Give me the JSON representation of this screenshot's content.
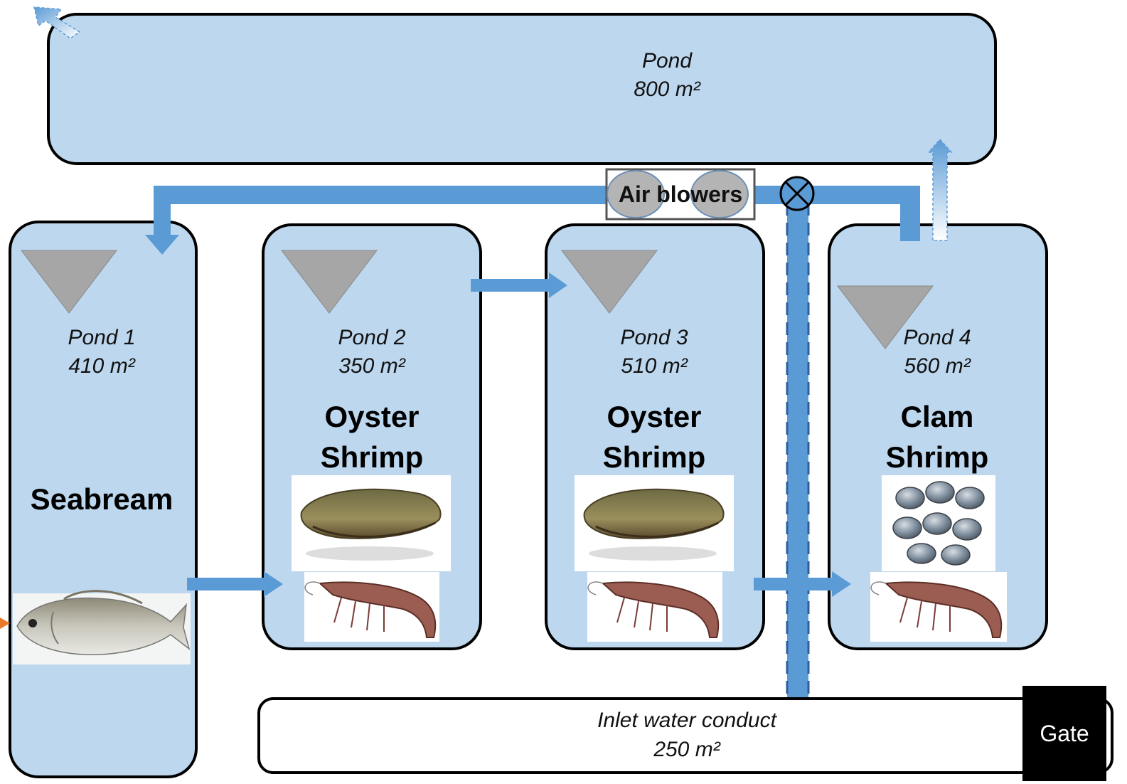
{
  "big_pond": {
    "name": "Pond",
    "area": "800 m²"
  },
  "ponds": [
    {
      "name": "Pond 1",
      "area": "410 m²",
      "species": [
        "Seabream"
      ]
    },
    {
      "name": "Pond 2",
      "area": "350 m²",
      "species": [
        "Oyster",
        "Shrimp"
      ]
    },
    {
      "name": "Pond 3",
      "area": "510 m²",
      "species": [
        "Oyster",
        "Shrimp"
      ]
    },
    {
      "name": "Pond 4",
      "area": "560 m²",
      "species": [
        "Clam",
        "Shrimp"
      ]
    }
  ],
  "air_blowers": "Air blowers",
  "inlet": {
    "name": "Inlet water conduct",
    "area": "250 m²"
  },
  "gate": "Gate",
  "colors": {
    "pond_fill": "#bdd7ee",
    "pipe": "#5b9bd5",
    "outline": "#000000",
    "settler": "#a6a6a6",
    "blower": "#b4b4b4",
    "gate": "#000000"
  },
  "icons": [
    "settler-triangle",
    "valve-icon",
    "oyster-image",
    "shrimp-image",
    "clam-image",
    "seabream-image"
  ]
}
